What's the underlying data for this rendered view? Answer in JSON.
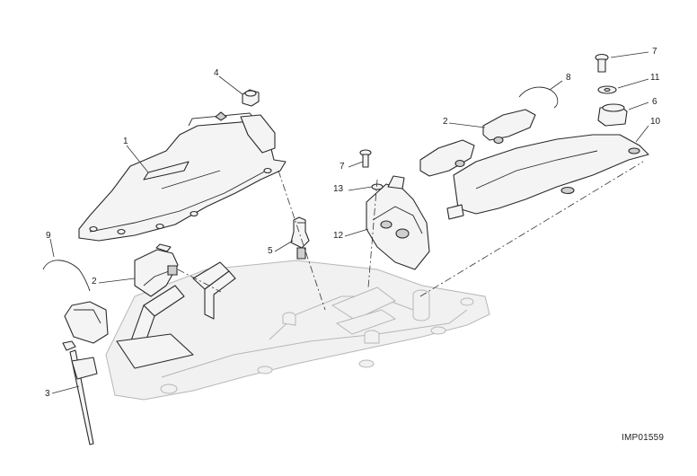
{
  "drawing_code": "IMP01559",
  "callouts": {
    "c1": "1",
    "c2a": "2",
    "c2b": "2",
    "c3": "3",
    "c4": "4",
    "c5": "5",
    "c6": "6",
    "c7a": "7",
    "c7b": "7",
    "c8": "8",
    "c9": "9",
    "c10": "10",
    "c11": "11",
    "c12": "12",
    "c13": "13"
  }
}
